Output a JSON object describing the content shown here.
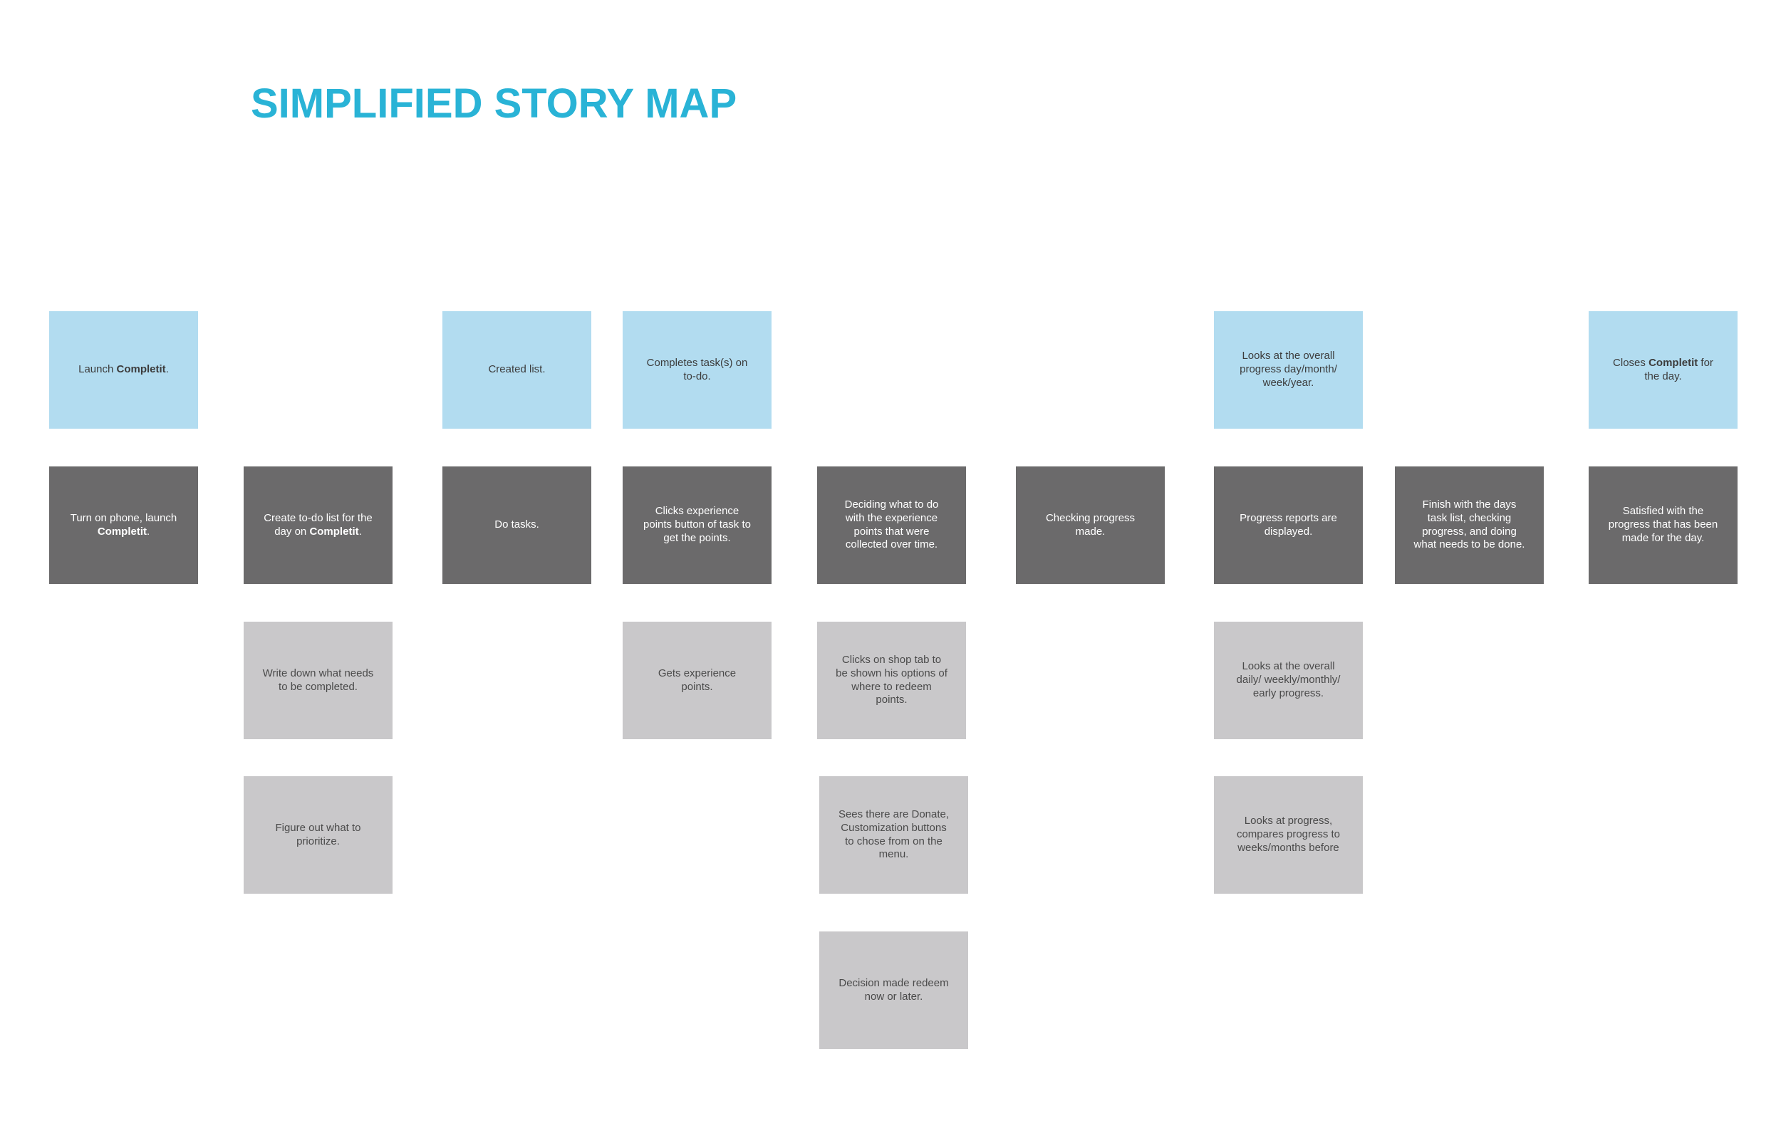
{
  "title": "SIMPLIFIED STORY MAP",
  "colors": {
    "title": "#29b3d6",
    "activity": "#b2dcf0",
    "task": "#6b6a6b",
    "story": "#c9c8ca"
  },
  "activities": {
    "launch": {
      "pre": "Launch ",
      "bold": "Completit",
      "post": "."
    },
    "created_list": {
      "pre": "Created list.",
      "bold": "",
      "post": ""
    },
    "completes": {
      "pre": "Completes task(s) on to-do.",
      "bold": "",
      "post": ""
    },
    "looks_overall": {
      "pre": "Looks at the overall progress day/month/ week/year.",
      "bold": "",
      "post": ""
    },
    "closes": {
      "pre": "Closes ",
      "bold": "Completit",
      "post": " for the day."
    }
  },
  "tasks": {
    "turn_on": {
      "pre": "Turn on phone, launch ",
      "bold": "Completit",
      "post": "."
    },
    "create_todo": {
      "pre": "Create to-do list for the day on ",
      "bold": "Completit",
      "post": "."
    },
    "do_tasks": {
      "pre": "Do tasks.",
      "bold": "",
      "post": ""
    },
    "clicks_xp": {
      "pre": "Clicks experience points button of task to get the points.",
      "bold": "",
      "post": ""
    },
    "deciding": {
      "pre": "Deciding what to do with the experience points that were collected over time.",
      "bold": "",
      "post": ""
    },
    "checking": {
      "pre": "Checking progress made.",
      "bold": "",
      "post": ""
    },
    "reports": {
      "pre": "Progress reports are displayed.",
      "bold": "",
      "post": ""
    },
    "finish": {
      "pre": "Finish with the days task list, checking progress, and doing what needs to be done.",
      "bold": "",
      "post": ""
    },
    "satisfied": {
      "pre": "Satisfied with the progress that has been made for the day.",
      "bold": "",
      "post": ""
    }
  },
  "stories": {
    "write_down": {
      "pre": "Write down what needs to be completed.",
      "bold": "",
      "post": ""
    },
    "figure_out": {
      "pre": "Figure out what to prioritize.",
      "bold": "",
      "post": ""
    },
    "gets_xp": {
      "pre": "Gets experience points.",
      "bold": "",
      "post": ""
    },
    "shop_tab": {
      "pre": "Clicks on shop tab to be shown his options of where to redeem points.",
      "bold": "",
      "post": ""
    },
    "donate": {
      "pre": "Sees there are Donate, Customization buttons to chose from on the menu.",
      "bold": "",
      "post": ""
    },
    "decision": {
      "pre": "Decision made redeem now or later.",
      "bold": "",
      "post": ""
    },
    "looks_daily": {
      "pre": "Looks at the overall daily/ weekly/monthly/ early progress.",
      "bold": "",
      "post": ""
    },
    "compares": {
      "pre": "Looks at progress, compares progress to weeks/months before",
      "bold": "",
      "post": ""
    }
  }
}
